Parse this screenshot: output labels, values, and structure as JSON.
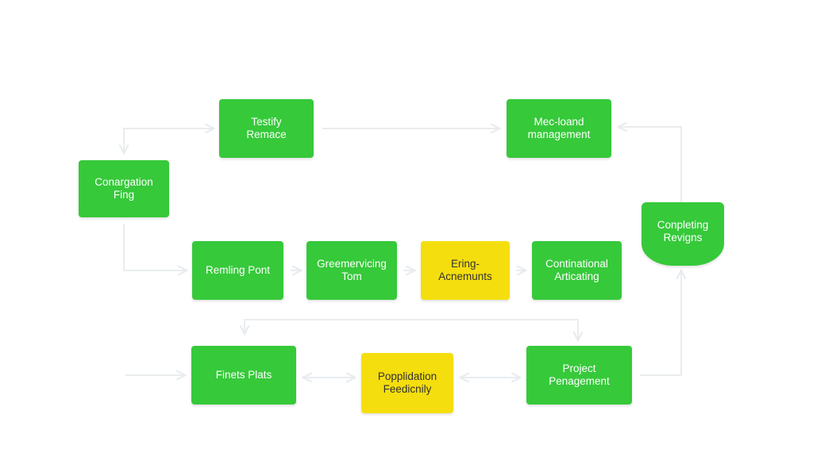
{
  "colors": {
    "green": "#36c93a",
    "yellow": "#f5de0e",
    "edge": "#e9ecef"
  },
  "nodes": {
    "testify_remace": {
      "text": "Testify\nRemace",
      "fill": "green"
    },
    "mec_loand": {
      "text": "Mec-loand\nmanagement",
      "fill": "green"
    },
    "congregation_fing": {
      "text": "Conargation\nFing",
      "fill": "green"
    },
    "completing_revigns": {
      "text": "Conpleting\nRevigns",
      "fill": "green"
    },
    "remling_pont": {
      "text": "Remling Pont",
      "fill": "green"
    },
    "greemervicing_tom": {
      "text": "Greemervicing\nTom",
      "fill": "green"
    },
    "ering_acnemunts": {
      "text": "Ering-\nAcnemunts",
      "fill": "yellow"
    },
    "continational_articating": {
      "text": "Continational\nArticating",
      "fill": "green"
    },
    "finnets_plats": {
      "text": "Finets Plats",
      "fill": "green"
    },
    "popplidation_feedicnily": {
      "text": "Popplidation\nFeedicnily",
      "fill": "yellow"
    },
    "project_penagement": {
      "text": "Project\nPenagement",
      "fill": "green"
    }
  }
}
